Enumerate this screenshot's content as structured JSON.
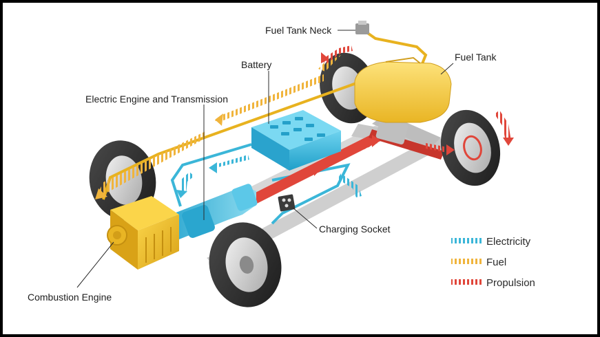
{
  "labels": {
    "fuel_tank_neck": "Fuel Tank Neck",
    "fuel_tank": "Fuel Tank",
    "battery": "Battery",
    "electric_engine": "Electric Engine and Transmission",
    "charging_socket": "Charging Socket",
    "combustion_engine": "Combustion Engine"
  },
  "legend": [
    {
      "key": "electricity",
      "label": "Electricity",
      "color": "#3bb6d8"
    },
    {
      "key": "fuel",
      "label": "Fuel",
      "color": "#f0b43c"
    },
    {
      "key": "propulsion",
      "label": "Propulsion",
      "color": "#e0463a"
    }
  ],
  "colors": {
    "engine": "#f2c12e",
    "tank": "#f5d24a",
    "battery": "#36b8e0",
    "transmission": "#39b5d9",
    "tire": "#2d2d2d",
    "rim": "#d9d9d9"
  }
}
